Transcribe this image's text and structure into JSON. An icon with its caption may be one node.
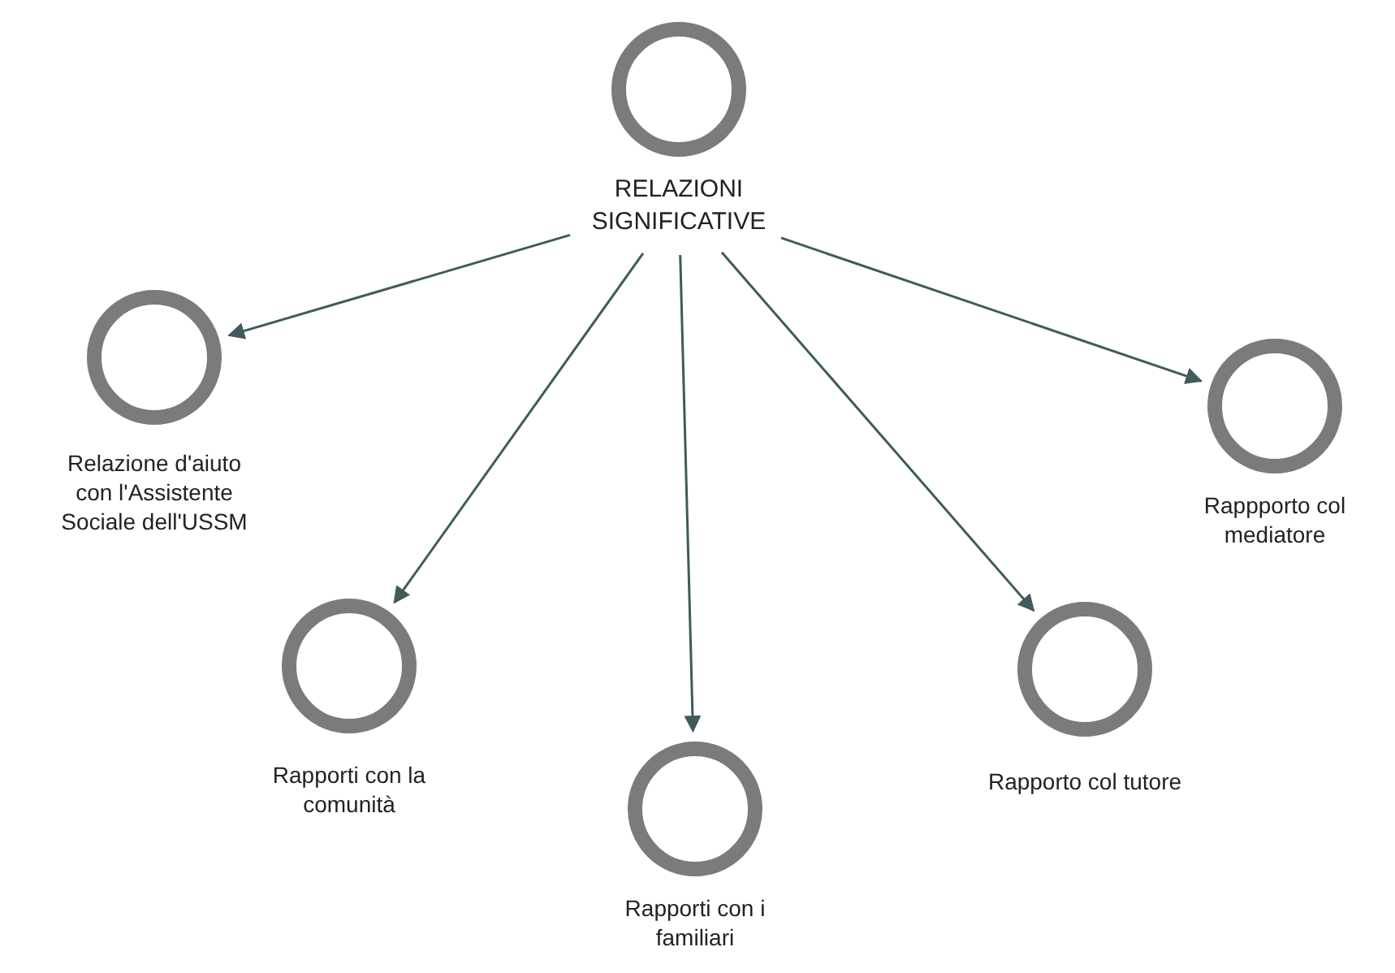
{
  "diagram": {
    "nodes": [
      {
        "text": [
          "RELAZIONI SIGNIFICATIVE"
        ]
      },
      {
        "text": [
          "Relazione d'aiuto con l'Assistente Sociale dell'USSM"
        ]
      },
      {
        "text": [
          "Rapporti con la comunità"
        ]
      },
      {
        "text": [
          "Rapporti con i familiari"
        ]
      },
      {
        "text": [
          "Rapporto col tutore"
        ]
      },
      {
        "text": [
          "Rappporto col mediatore"
        ]
      }
    ],
    "edges": [
      {
        "from": 0,
        "to": 1,
        "arrow": "to"
      },
      {
        "from": 0,
        "to": 2,
        "arrow": "to"
      },
      {
        "from": 0,
        "to": 3,
        "arrow": "to"
      },
      {
        "from": 0,
        "to": 4,
        "arrow": "to"
      },
      {
        "from": 0,
        "to": 5,
        "arrow": "to"
      }
    ]
  }
}
